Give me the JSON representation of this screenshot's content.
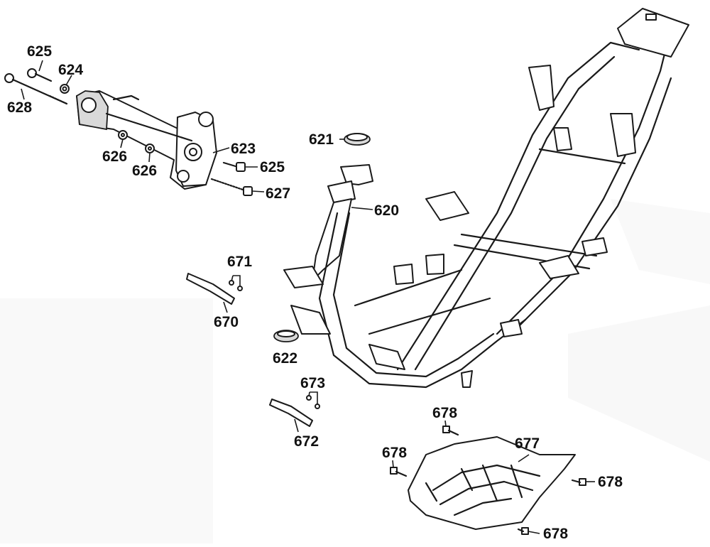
{
  "callouts": [
    {
      "id": "c625a",
      "text": "625"
    },
    {
      "id": "c624",
      "text": "624"
    },
    {
      "id": "c628",
      "text": "628"
    },
    {
      "id": "c626a",
      "text": "626"
    },
    {
      "id": "c626b",
      "text": "626"
    },
    {
      "id": "c623",
      "text": "623"
    },
    {
      "id": "c625b",
      "text": "625"
    },
    {
      "id": "c627",
      "text": "627"
    },
    {
      "id": "c621",
      "text": "621"
    },
    {
      "id": "c620",
      "text": "620"
    },
    {
      "id": "c671",
      "text": "671"
    },
    {
      "id": "c670",
      "text": "670"
    },
    {
      "id": "c622",
      "text": "622"
    },
    {
      "id": "c673",
      "text": "673"
    },
    {
      "id": "c672",
      "text": "672"
    },
    {
      "id": "c678a",
      "text": "678"
    },
    {
      "id": "c678b",
      "text": "678"
    },
    {
      "id": "c677",
      "text": "677"
    },
    {
      "id": "c678c",
      "text": "678"
    },
    {
      "id": "c678d",
      "text": "678"
    }
  ]
}
